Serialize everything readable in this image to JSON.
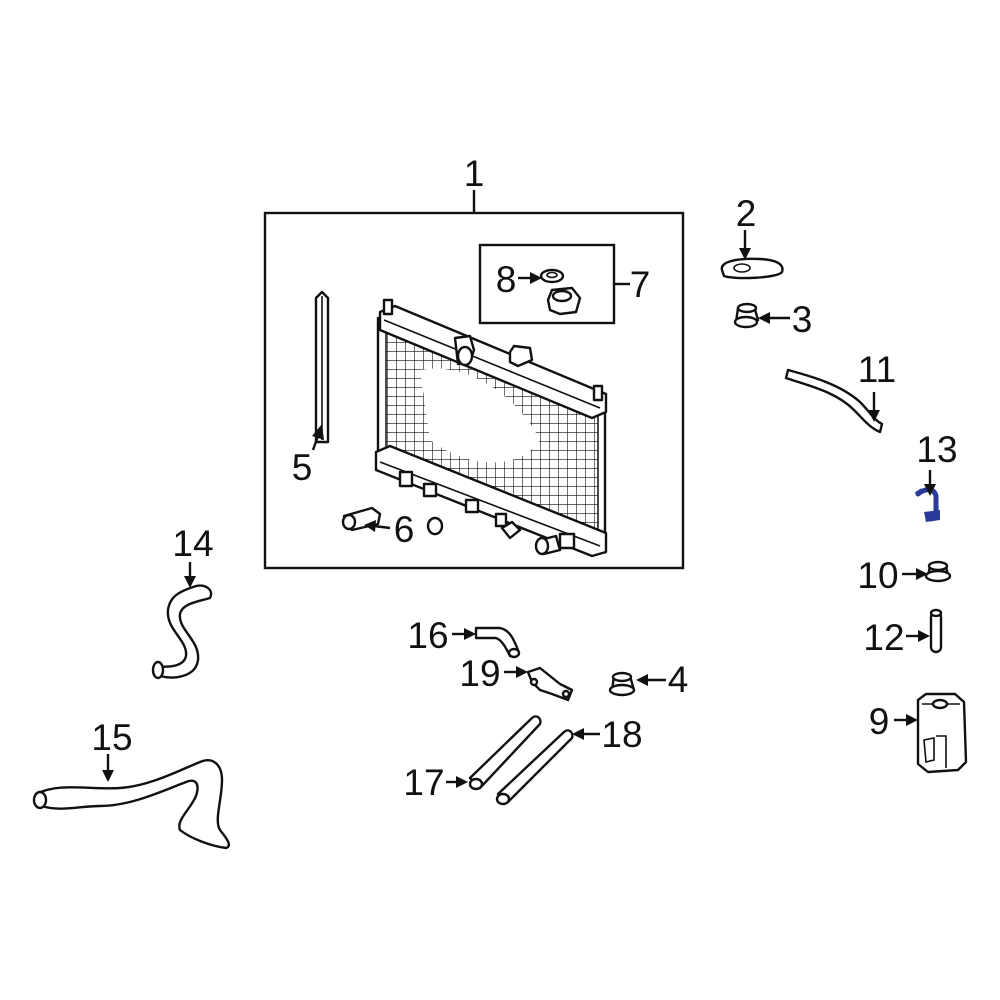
{
  "colors": {
    "line": "#111111",
    "background": "#ffffff",
    "highlight": "#2a3a9a"
  },
  "callouts": [
    "1",
    "2",
    "3",
    "4",
    "5",
    "6",
    "7",
    "8",
    "9",
    "10",
    "11",
    "12",
    "13",
    "14",
    "15",
    "16",
    "17",
    "18",
    "19"
  ],
  "highlighted_part": "13"
}
